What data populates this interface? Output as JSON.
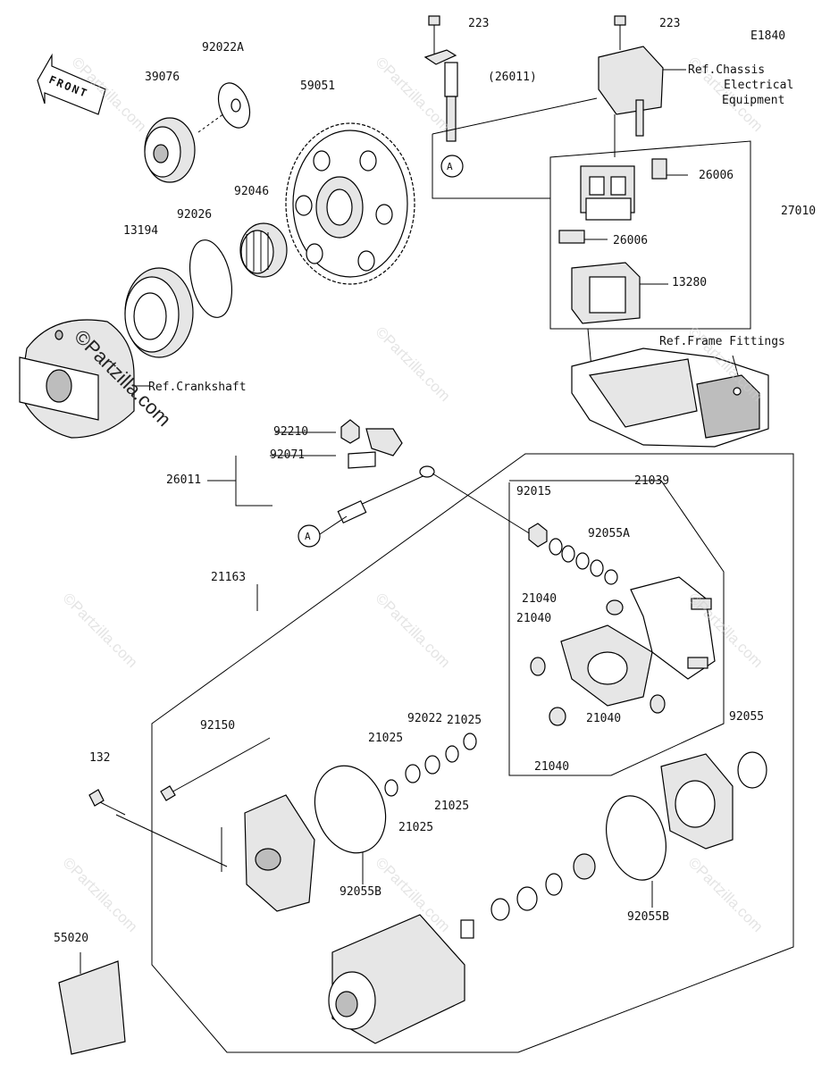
{
  "diagram_code": "E1840",
  "front_arrow": "FRONT",
  "circle_label": "A",
  "watermark": "©Partzilla.com",
  "parts": {
    "p223a": "223",
    "p223b": "223",
    "p26011_paren": "(26011)",
    "p92022A": "92022A",
    "p39076": "39076",
    "p59051": "59051",
    "p92046": "92046",
    "p92026": "92026",
    "p13194": "13194",
    "p26006a": "26006",
    "p26006b": "26006",
    "p27010": "27010",
    "p13280": "13280",
    "p92210": "92210",
    "p92071": "92071",
    "p26011": "26011",
    "p92015": "92015",
    "p21039": "21039",
    "p92055A": "92055A",
    "p21040a": "21040",
    "p21040b": "21040",
    "p21040c": "21040",
    "p21040d": "21040",
    "p21163": "21163",
    "p21025a": "21025",
    "p21025b": "21025",
    "p21025c": "21025",
    "p21025d": "21025",
    "p92022": "92022",
    "p92150": "92150",
    "p132": "132",
    "p92055": "92055",
    "p92055Ba": "92055B",
    "p92055Bb": "92055B",
    "p55020": "55020"
  },
  "refs": {
    "chassis": [
      "Ref.Chassis",
      "Electrical",
      "Equipment"
    ],
    "frame": "Ref.Frame Fittings",
    "crankshaft": "Ref.Crankshaft"
  }
}
